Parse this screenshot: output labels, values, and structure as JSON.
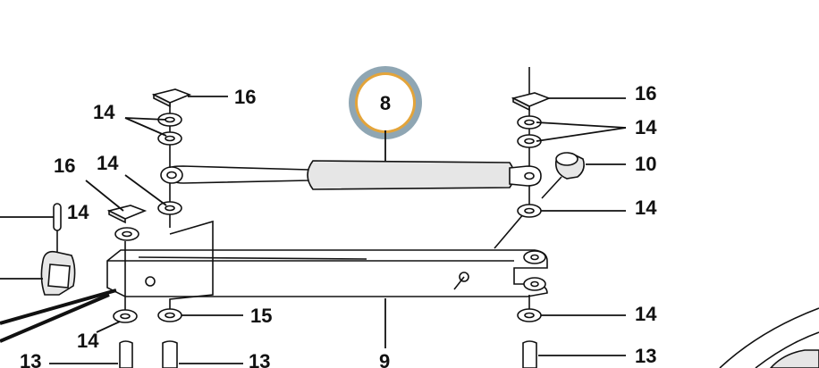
{
  "diagram": {
    "callout": {
      "number": "8",
      "ring_outer_color": "#8fa6b3",
      "ring_inner_color": "#e3a43a"
    },
    "labels": {
      "l16_top_left": "16",
      "l14_top_left": "14",
      "l16_mid_left": "16",
      "l14_mid_left_a": "14",
      "l14_mid_left_b": "14",
      "l14_bottom_left": "14",
      "l13_bottom_far_left": "13",
      "l13_bottom_left": "13",
      "l15_bottom": "15",
      "l9_bottom": "9",
      "l16_top_right": "16",
      "l14_top_right": "14",
      "l10_right": "10",
      "l14_mid_right": "14",
      "l14_bottom_right": "14",
      "l13_bottom_right": "13"
    }
  }
}
